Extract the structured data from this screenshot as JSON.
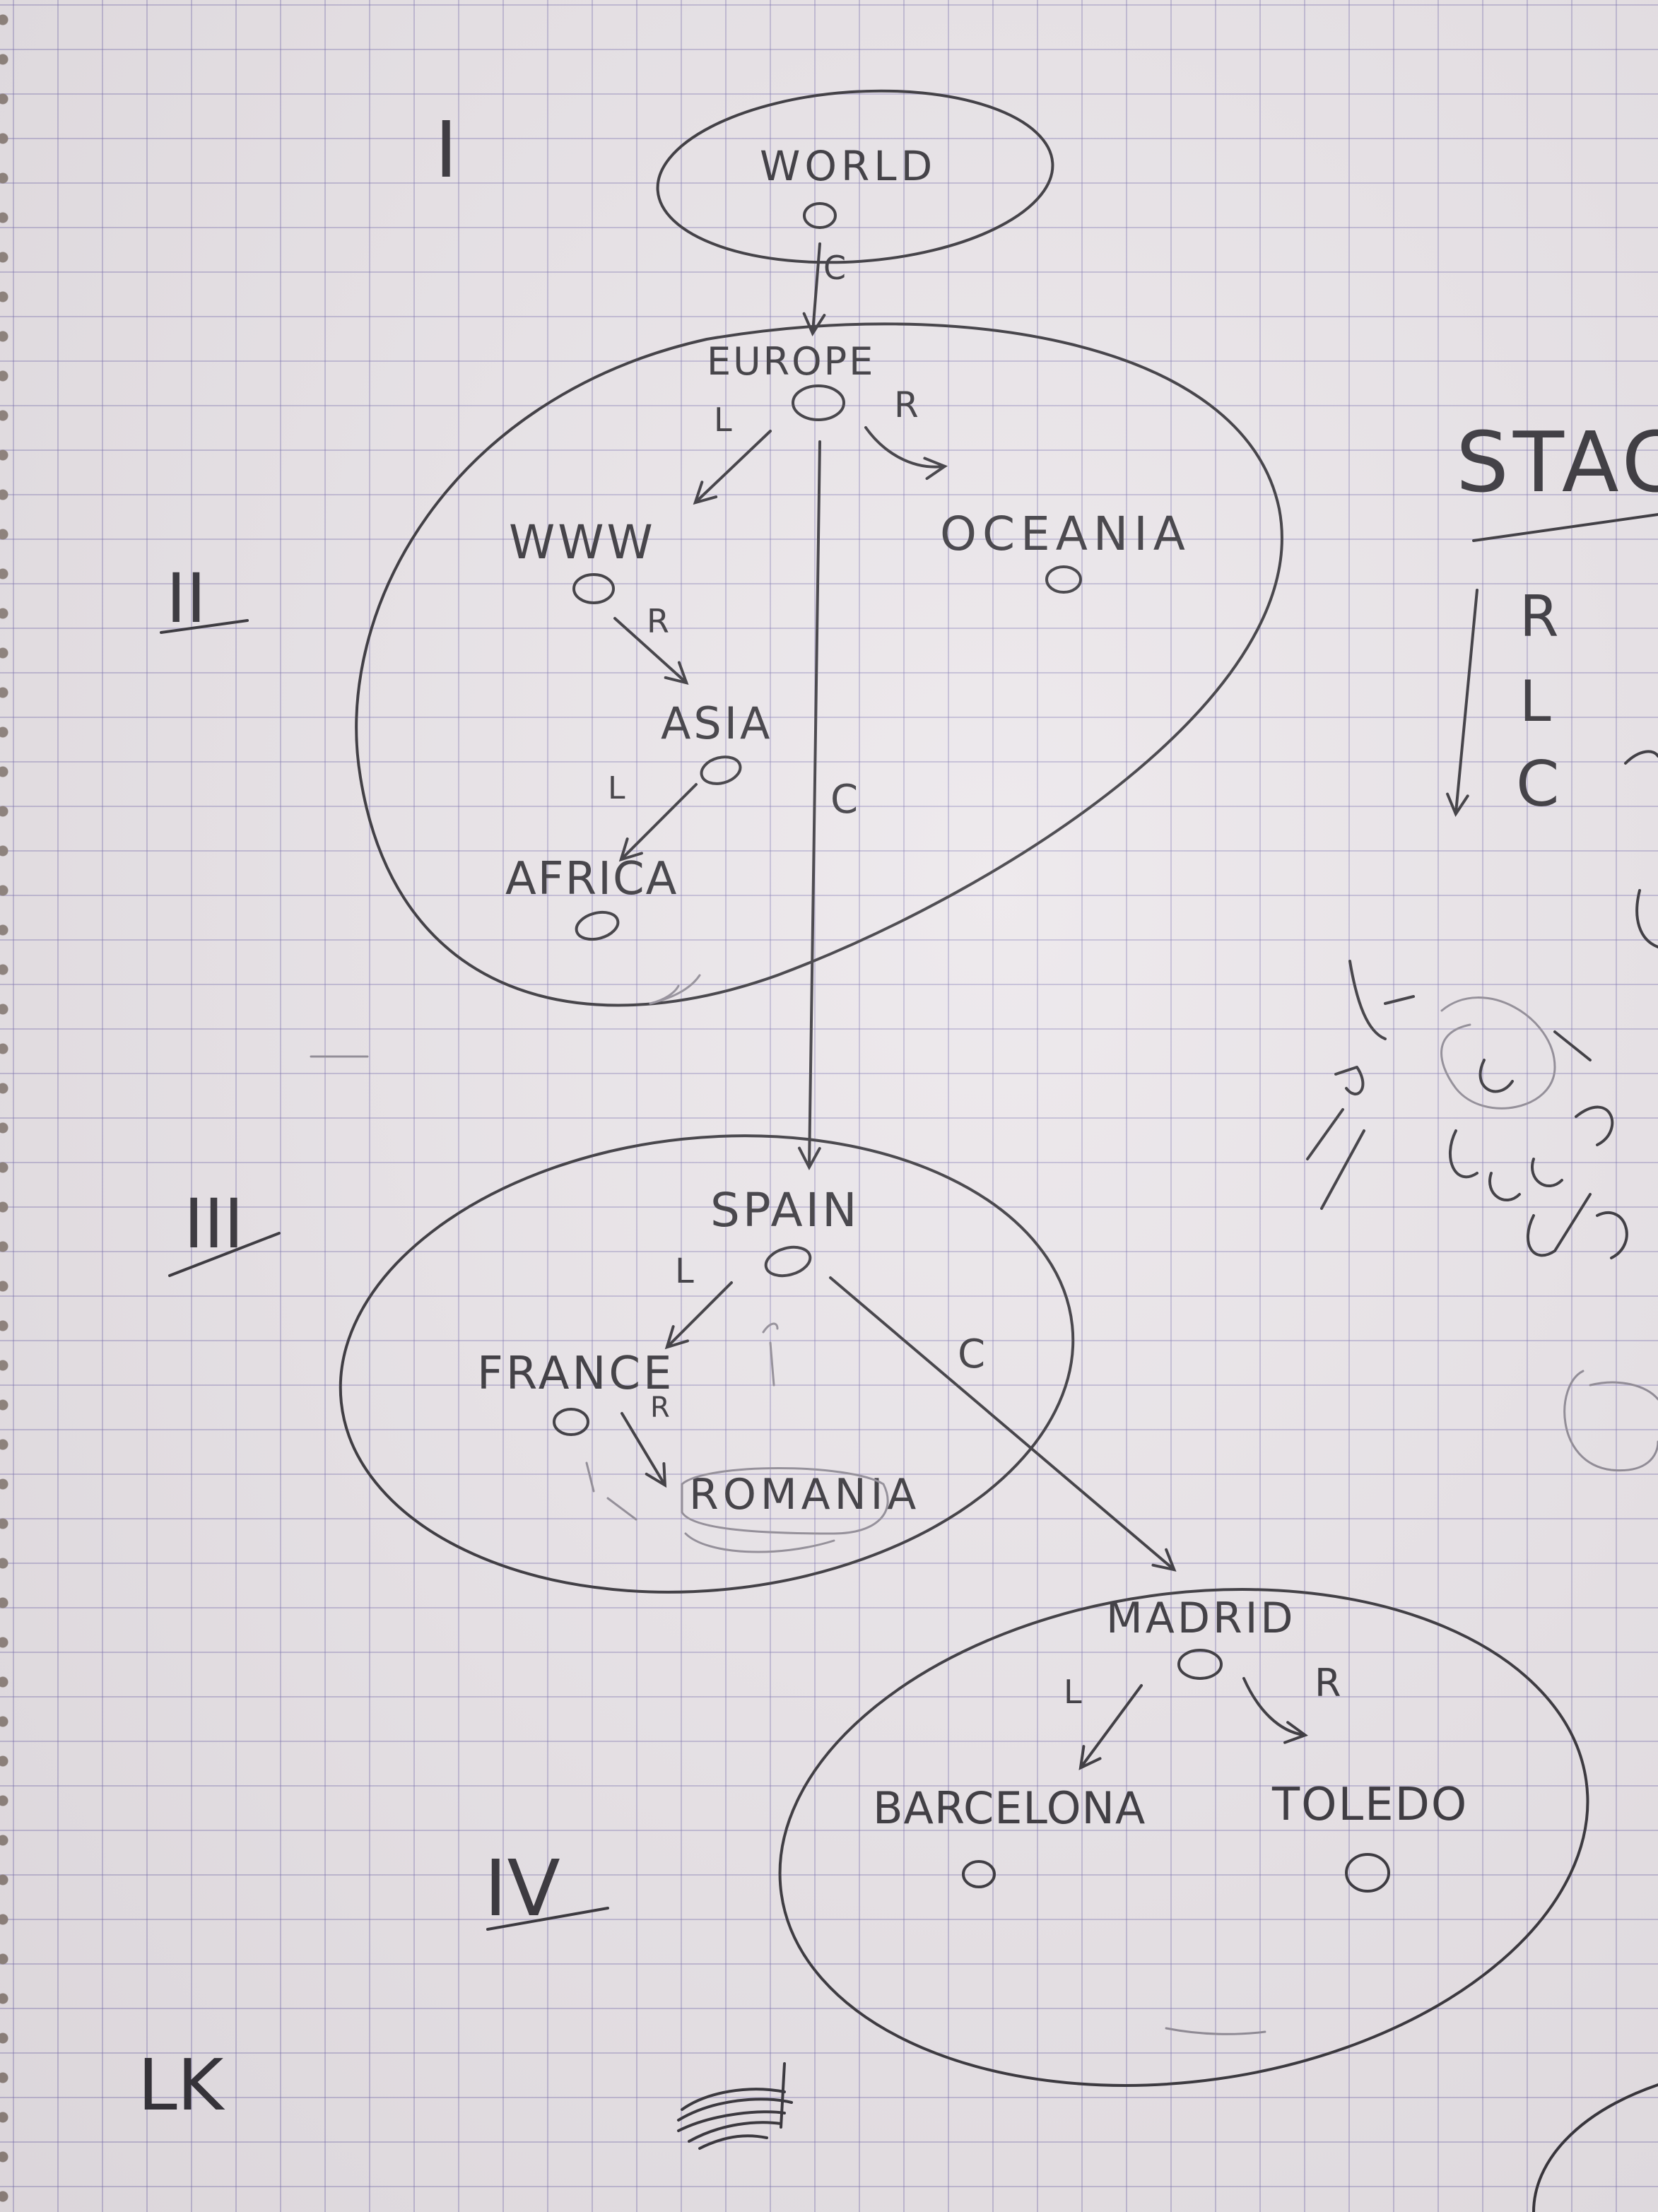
{
  "levels": {
    "one": "I",
    "two": "II",
    "three": "III",
    "four": "IV"
  },
  "nodes": {
    "world": "WORLD",
    "europe": "EUROPE",
    "www": "WWW",
    "oceania": "OCEANIA",
    "asia": "ASIA",
    "africa": "AFRICA",
    "spain": "SPAIN",
    "france": "FRANCE",
    "romania": "ROMANIA",
    "madrid": "MADRID",
    "barcelona": "BARCELONA",
    "toledo": "TOLEDO"
  },
  "edge_labels": {
    "world_europe": "C",
    "europe_www": "L",
    "europe_oceania": "R",
    "europe_spain": "C",
    "www_asia": "R",
    "asia_africa": "L",
    "spain_france": "L",
    "spain_madrid": "C",
    "france_romania": "R",
    "madrid_barcelona": "L",
    "madrid_toledo": "R"
  },
  "side_note": {
    "title": "STAC",
    "stack": [
      "R",
      "L",
      "C"
    ]
  },
  "corner_mark": "LK",
  "colors": {
    "ink": "#2c2a30",
    "paper": "#eae5e9",
    "grid": "#7a6eaf"
  }
}
